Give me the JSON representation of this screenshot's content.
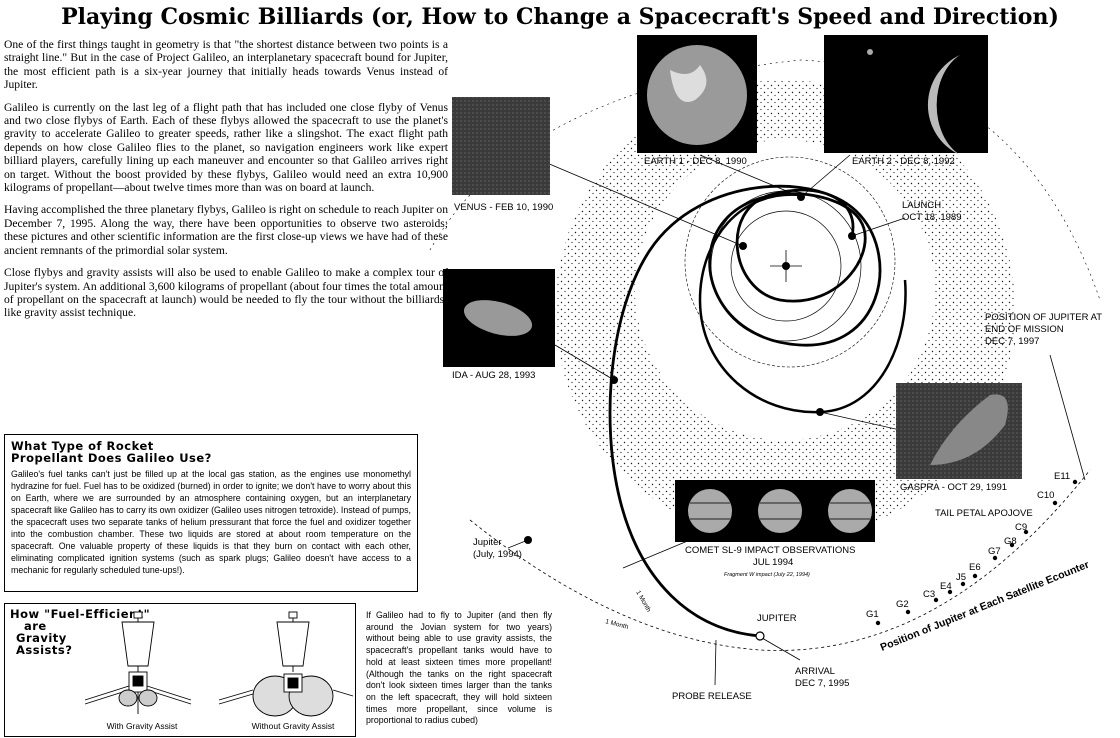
{
  "title": "Playing Cosmic Billiards (or, How to Change a Spacecraft's Speed and Direction)",
  "intro": [
    "One of the first things taught in geometry is that \"the shortest distance between two points is a straight line.\"   But in the case of Project Galileo, an interplanetary spacecraft bound for Jupiter, the most efficient path is a six-year journey that initially heads towards Venus instead of Jupiter.",
    "Galileo is currently on the last leg of a flight path that has included one close flyby of Venus and two close flybys of Earth.  Each of these flybys allowed the spacecraft to use the planet's gravity to accelerate Galileo to greater speeds, rather like a slingshot.  The exact flight path depends on how close Galileo flies to the planet, so navigation engineers work like expert billiard players, carefully lining up each maneuver and encounter so that Galileo arrives right on target.  Without the boost provided by these flybys, Galileo would need an extra 10,900 kilograms of propellant—about twelve times more than was on board at launch.",
    "Having accomplished the three planetary flybys, Galileo is right on schedule to reach Jupiter on December 7, 1995.  Along the way, there have been opportunities to observe two asteroids; these pictures and other scientific information are the first close-up views we have had of these ancient remnants of the primordial solar system.",
    "Close flybys and gravity assists will also be used to enable Galileo to make a complex tour of Jupiter's system.  An additional 3,600 kilograms of propellant (about four times the total amount of propellant on the spacecraft at launch) would be needed to fly the tour without the billiards-like gravity assist technique."
  ],
  "propellant_box": {
    "heading_1": "What Type of Rocket",
    "heading_2": "Propellant Does Galileo Use?",
    "text": "Galileo's fuel tanks can't just be filled up at the local gas station, as the engines use monomethyl hydrazine for fuel. Fuel has to be oxidized (burned) in order to ignite; we don't have to worry about this on Earth, where we are surrounded by an atmosphere containing oxygen, but an interplanetary spacecraft like Galileo has to carry its own oxidizer (Galileo uses nitrogen tetroxide). Instead of pumps, the spacecraft uses two separate tanks of helium pressurant that force the fuel and oxidizer together into the combustion chamber. These two liquids are stored at about room temperature on the spacecraft.  One valuable property of these liquids is that they burn on contact with each other, eliminating complicated ignition systems (such as spark plugs; Galileo doesn't have access to a mechanic for regularly scheduled tune-ups!)."
  },
  "efficiency_box": {
    "heading_1": "How \"Fuel-Efficient\"",
    "heading_2": "are",
    "heading_3": "Gravity",
    "heading_4": "Assists?",
    "caption_with": "With Gravity Assist",
    "caption_without": "Without Gravity Assist",
    "side_text": "If Galileo had to fly to Jupiter (and then fly around the Jovian system for two years) without being able to use gravity assists, the spacecraft's propellant tanks would have to hold at least sixteen times more propellant! (Although the tanks on the right spacecraft don't look sixteen times larger than the tanks on the left spacecraft, they will hold sixteen times more propellant, since volume is proportional to radius cubed)"
  },
  "diagram_labels": {
    "venus": "VENUS - FEB 10, 1990",
    "earth1": "EARTH 1 - DEC 8, 1990",
    "earth2": "EARTH 2 - DEC 8, 1992",
    "launch_1": "LAUNCH",
    "launch_2": "OCT 18, 1989",
    "ida": "IDA - AUG 28, 1993",
    "gaspra": "GASPRA - OCT 29, 1991",
    "comet_1": "COMET SL-9 IMPACT OBSERVATIONS",
    "comet_2": "JUL 1994",
    "comet_3": "Fragment W impact (July 22, 1994)",
    "jupiter_1994_1": "Jupiter",
    "jupiter_1994_2": "(July, 1994)",
    "jupiter": "JUPITER",
    "arrival_1": "ARRIVAL",
    "arrival_2": "DEC 7, 1995",
    "probe": "PROBE RELEASE",
    "end_1": "POSITION OF JUPITER AT",
    "end_2": "END OF MISSION",
    "end_3": "DEC 7, 1997",
    "apojove": "TAIL PETAL APOJOVE",
    "encounter_arc": "Position of Jupiter at Each Satellite Ecounter",
    "month_1": "1 Month",
    "month_2": "1 Month",
    "encounters": [
      "G1",
      "G2",
      "C3",
      "E4",
      "J5",
      "E6",
      "G7",
      "G8",
      "C9",
      "C10",
      "E11"
    ]
  }
}
